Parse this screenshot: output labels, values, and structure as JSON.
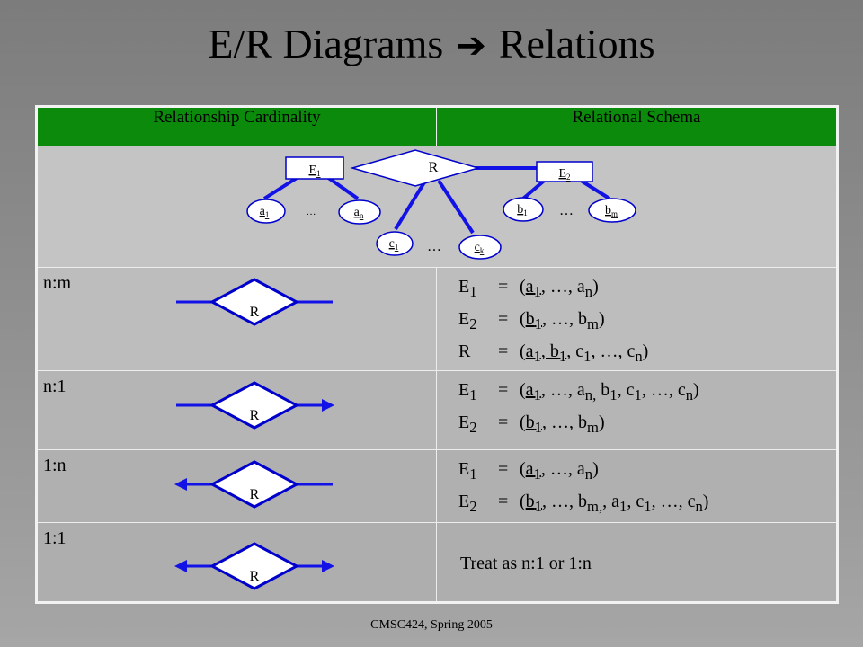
{
  "title": {
    "left": "E/R Diagrams",
    "arrow": "➔",
    "right": "Relations"
  },
  "footer": "CMSC424, Spring 2005",
  "colors": {
    "header_bg": "#0b8a0b",
    "line": "#1212e6"
  },
  "table": {
    "headers": [
      "Relationship Cardinality",
      "Relational Schema"
    ],
    "diagram": {
      "relationship": "R",
      "entity1": {
        "name": "E",
        "sub": "1"
      },
      "entity2": {
        "name": "E",
        "sub": "2"
      },
      "attrs_e1": [
        {
          "name": "a",
          "sub": "1"
        },
        {
          "name": "a",
          "sub": "n"
        }
      ],
      "attrs_e2": [
        {
          "name": "b",
          "sub": "1"
        },
        {
          "name": "b",
          "sub": "m"
        }
      ],
      "attrs_r": [
        {
          "name": "c",
          "sub": "1"
        },
        {
          "name": "c",
          "sub": "k"
        }
      ],
      "ellipsis": "…"
    },
    "rows": [
      {
        "cardinality": "n:m",
        "shape_label": "R",
        "schema": [
          {
            "lhs": "E<sub>1</sub>",
            "rhs": "(<u>a<sub>1</sub></u>, …, a<sub>n</sub>)"
          },
          {
            "lhs": "E<sub>2</sub>",
            "rhs": "(<u>b<sub>1</sub></u>, …, b<sub>m</sub>)"
          },
          {
            "lhs": "R",
            "rhs": "(<u>a<sub>1</sub>, b<sub>1</sub></u>, c<sub>1</sub>, …, c<sub>n</sub>)"
          }
        ]
      },
      {
        "cardinality": "n:1",
        "shape_label": "R",
        "schema": [
          {
            "lhs": "E<sub>1</sub>",
            "rhs": "(<u>a<sub>1</sub></u>, …, a<sub>n,</sub> b<sub>1</sub>, c<sub>1</sub>, …, c<sub>n</sub>)"
          },
          {
            "lhs": "E<sub>2</sub>",
            "rhs": "(<u>b<sub>1</sub></u>, …, b<sub>m</sub>)"
          }
        ]
      },
      {
        "cardinality": "1:n",
        "shape_label": "R",
        "schema": [
          {
            "lhs": "E<sub>1</sub>",
            "rhs": "(<u>a<sub>1</sub></u>, …, a<sub>n</sub>)"
          },
          {
            "lhs": "E<sub>2</sub>",
            "rhs": "(<u>b<sub>1</sub></u>, …, b<sub>m,</sub>, a<sub>1</sub>, c<sub>1</sub>, …, c<sub>n</sub>)"
          }
        ]
      },
      {
        "cardinality": "1:1",
        "shape_label": "R",
        "treat": "Treat as n:1 or 1:n"
      }
    ]
  }
}
